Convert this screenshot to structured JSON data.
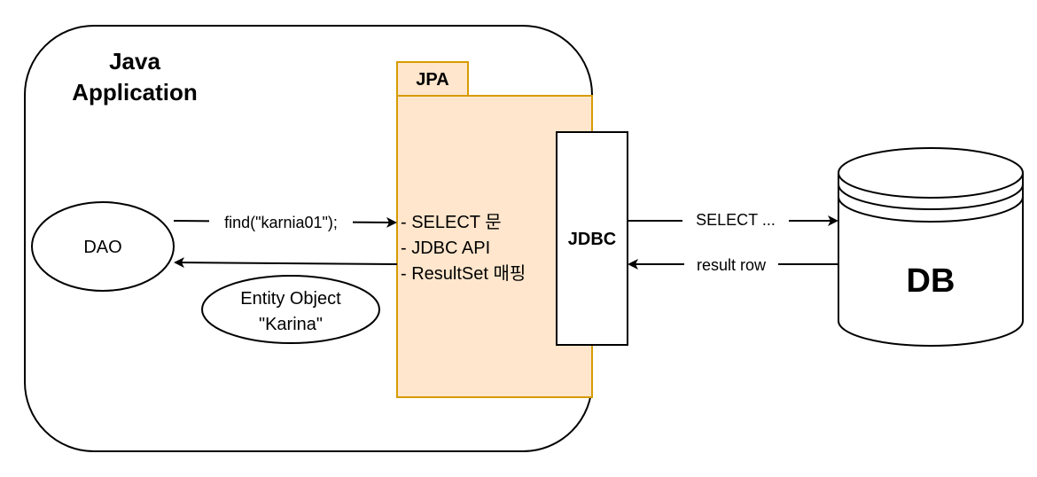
{
  "diagram": {
    "container": {
      "title_line1": "Java",
      "title_line2": "Application"
    },
    "jpa": {
      "tab_label": "JPA",
      "items": [
        "- SELECT 문",
        "- JDBC API",
        "- ResultSet 매핑"
      ]
    },
    "jdbc": {
      "label": "JDBC"
    },
    "dao": {
      "label": "DAO"
    },
    "entity": {
      "line1": "Entity Object",
      "line2": "\"Karina\""
    },
    "db": {
      "label": "DB"
    },
    "edges": {
      "dao_to_jpa": "find(\"karnia01\");",
      "jdbc_to_db": "SELECT ...",
      "db_to_jdbc": "result row"
    },
    "colors": {
      "jpa_fill": "#FFE6CC",
      "jpa_stroke": "#D79B00",
      "stroke": "#000000"
    }
  }
}
